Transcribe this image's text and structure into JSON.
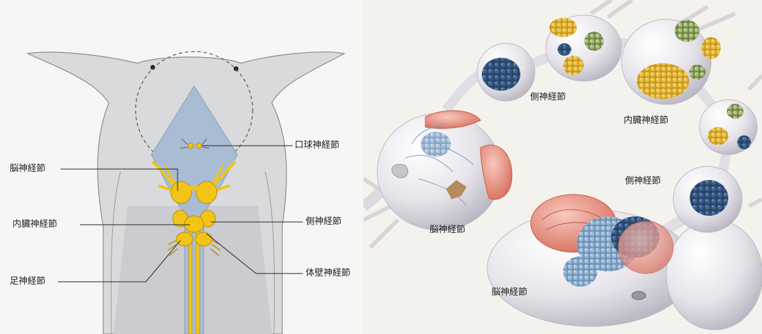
{
  "left_diagram": {
    "labels": {
      "buccal": "口球神経節",
      "cerebral": "脳神経節",
      "visceral": "内臓神経節",
      "pleural": "側神経節",
      "pedal": "足神経節",
      "parietal": "体壁神経節"
    }
  },
  "right_illustration": {
    "labels": {
      "pleural_top": "側神経節",
      "visceral": "内臓神経節",
      "pleural_right": "側神経節",
      "cerebral_left": "脳神経節",
      "cerebral_bottom": "脳神経節"
    }
  },
  "colors": {
    "nerve_yellow": "#f2c418",
    "blue_region": "#a9bcd3",
    "body_gray": "#d9dadc",
    "ganglion_pink": "#e88a7a",
    "cell_blue": "#2f4f7a",
    "cell_yellow": "#e3b93a",
    "cell_green": "#9bb06a"
  }
}
